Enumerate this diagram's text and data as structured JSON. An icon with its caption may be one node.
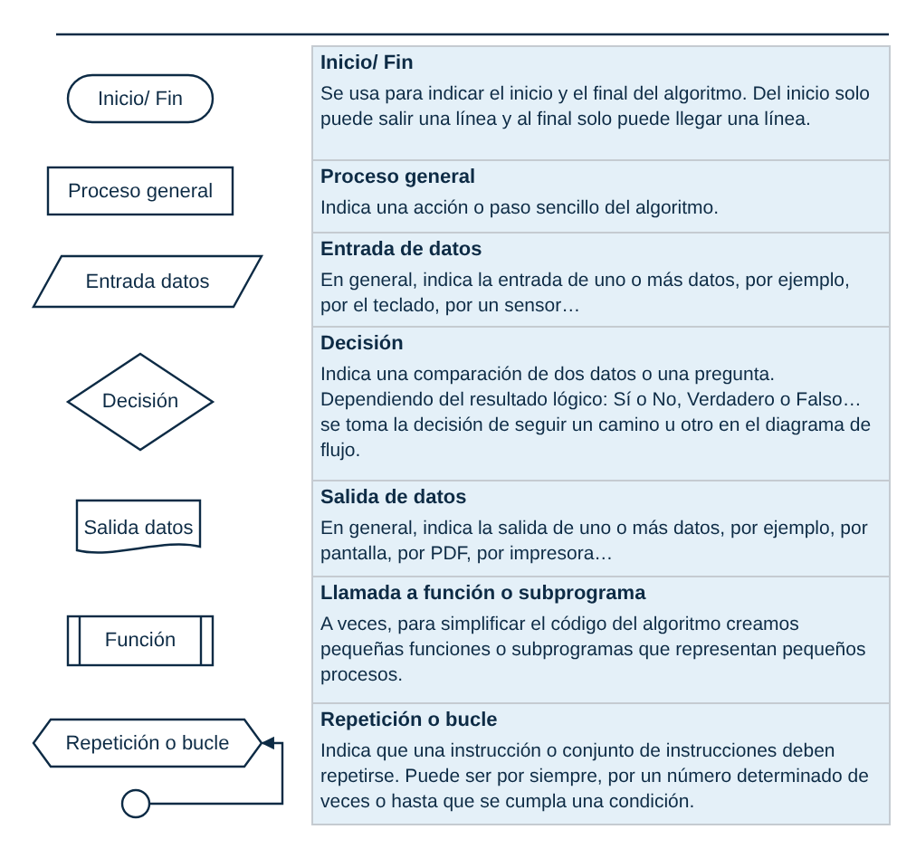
{
  "diagram": {
    "nodes": [
      {
        "text": [
          "Inicio/ Fin"
        ]
      },
      {
        "text": [
          "Inicio/ Fin",
          "Se usa para indicar el inicio y el final del algoritmo. Del inicio solo puede salir una línea y al final solo puede llegar una línea."
        ]
      },
      {
        "text": [
          "Proceso general"
        ]
      },
      {
        "text": [
          "Proceso general",
          "Indica una acción o paso sencillo del algoritmo."
        ]
      },
      {
        "text": [
          "Entrada datos"
        ]
      },
      {
        "text": [
          "Entrada de datos",
          "En general, indica la entrada de uno o más datos, por ejemplo, por el teclado, por un sensor…"
        ]
      },
      {
        "text": [
          "Decisión"
        ]
      },
      {
        "text": [
          "Decisión",
          "Indica una comparación de dos datos o una pregunta. Dependiendo del resultado lógico: Sí o No, Verdadero o Falso… se toma la decisión de seguir un camino u otro en el diagrama de flujo."
        ]
      },
      {
        "text": [
          "Salida datos"
        ]
      },
      {
        "text": [
          "Salida de datos",
          "En general, indica la salida de uno o más datos, por ejemplo, por pantalla, por PDF, por impresora…"
        ]
      },
      {
        "text": [
          "Función"
        ]
      },
      {
        "text": [
          "Llamada a función o subprograma",
          "A veces, para simplificar el código del algoritmo creamos pequeñas funciones o subprogramas que representan pequeños procesos."
        ]
      },
      {
        "text": [
          "Repetición o bucle"
        ]
      },
      {
        "text": [
          "Repetición o bucle",
          "Indica que una instrucción o conjunto de instrucciones deben repetirse. Puede ser por siempre, por un número determinado de veces o hasta que se cumpla una condición."
        ]
      },
      {
        "text": [],
        "shape": "circle"
      }
    ],
    "edges": [
      {
        "from": 14,
        "to": 12,
        "arrow": "to"
      }
    ]
  }
}
